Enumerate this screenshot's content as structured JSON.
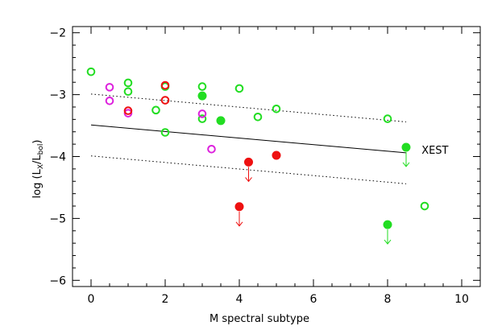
{
  "chart_data": {
    "type": "scatter",
    "title": "",
    "xlabel": "M spectral subtype",
    "ylabel": "log (L",
    "ylabel_sub1": "X",
    "ylabel_mid": "/L",
    "ylabel_sub2": "bol",
    "ylabel_end": ")",
    "xlim": [
      -0.5,
      10.5
    ],
    "ylim": [
      -6.1,
      -1.9
    ],
    "x_ticks": [
      0,
      2,
      4,
      6,
      8,
      10
    ],
    "x_tick_labels": [
      "0",
      "2",
      "4",
      "6",
      "8",
      "10"
    ],
    "y_ticks": [
      -6,
      -5,
      -4,
      -3,
      -2
    ],
    "y_tick_labels": [
      "−6",
      "−5",
      "−4",
      "−3",
      "−2"
    ],
    "x_minor_step": 0.5,
    "y_minor_step": 0.2,
    "grid": false,
    "colors": {
      "green": "#22dd22",
      "magenta": "#dd22dd",
      "red": "#ee1111",
      "black": "#000000"
    },
    "lines": [
      {
        "x": [
          0,
          8.5
        ],
        "y": [
          -3.49,
          -3.94
        ],
        "style": "solid",
        "color": "#000000"
      },
      {
        "x": [
          0,
          8.5
        ],
        "y": [
          -2.99,
          -3.44
        ],
        "style": "dotted",
        "color": "#000000"
      },
      {
        "x": [
          0,
          8.5
        ],
        "y": [
          -3.99,
          -4.44
        ],
        "style": "dotted",
        "color": "#000000"
      }
    ],
    "annotations": [
      {
        "text": "XEST",
        "x": 8.7,
        "y": -3.9
      }
    ],
    "series": [
      {
        "marker": "open-circle",
        "color": "#22dd22",
        "points": [
          [
            0,
            -2.63
          ],
          [
            1,
            -2.81
          ],
          [
            1,
            -2.95
          ],
          [
            1.75,
            -3.25
          ],
          [
            2,
            -2.87
          ],
          [
            2,
            -3.61
          ],
          [
            3,
            -2.87
          ],
          [
            3,
            -3.39
          ],
          [
            4,
            -2.9
          ],
          [
            4.5,
            -3.36
          ],
          [
            5,
            -3.23
          ],
          [
            8,
            -3.39
          ],
          [
            9,
            -4.8
          ]
        ]
      },
      {
        "marker": "open-circle",
        "color": "#dd22dd",
        "points": [
          [
            0.5,
            -2.88
          ],
          [
            0.5,
            -3.1
          ],
          [
            1,
            -3.3
          ],
          [
            3,
            -3.31
          ],
          [
            3.25,
            -3.88
          ]
        ]
      },
      {
        "marker": "open-circle",
        "color": "#ee1111",
        "points": [
          [
            1,
            -3.26
          ],
          [
            2,
            -2.85
          ],
          [
            2,
            -3.09
          ]
        ]
      },
      {
        "marker": "filled-circle",
        "color": "#22dd22",
        "points": [
          [
            3,
            -3.02
          ],
          [
            3.5,
            -3.42
          ]
        ]
      },
      {
        "marker": "filled-circle",
        "color": "#ee1111",
        "points": [
          [
            5,
            -3.98
          ]
        ]
      },
      {
        "marker": "filled-circle-upper-limit",
        "color": "#22dd22",
        "points": [
          [
            8.5,
            -3.85
          ],
          [
            8,
            -5.1
          ]
        ]
      },
      {
        "marker": "filled-circle-upper-limit",
        "color": "#ee1111",
        "points": [
          [
            4.25,
            -4.09
          ],
          [
            4,
            -4.81
          ]
        ]
      }
    ]
  }
}
